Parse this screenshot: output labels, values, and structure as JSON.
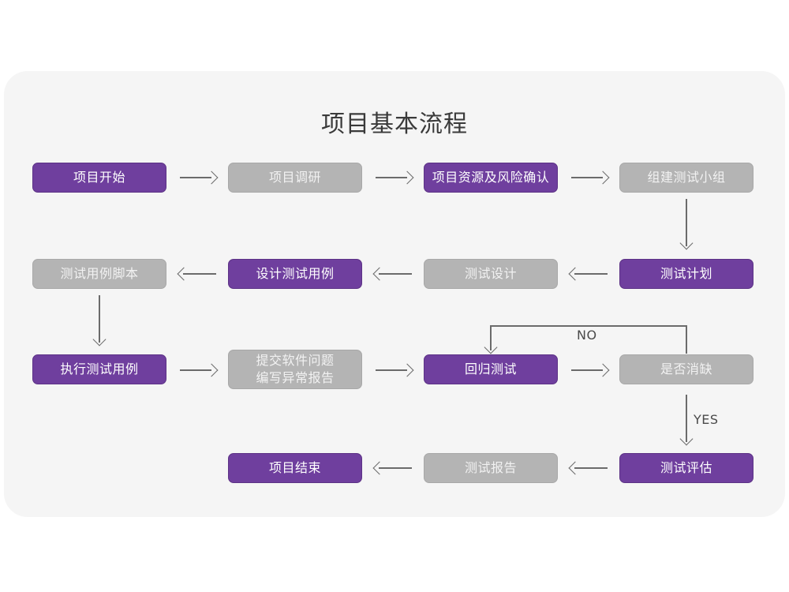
{
  "panel": {
    "background_color": "#f5f5f5",
    "page_background_color": "#ffffff"
  },
  "title": "项目基本流程",
  "colors": {
    "purple": "#6f3f9e",
    "gray": "#b4b4b4",
    "connector": "#6b6b6b",
    "title_text": "#3a3a3a"
  },
  "nodes": {
    "project_start": {
      "label": "项目开始",
      "style": "purple"
    },
    "project_research": {
      "label": "项目调研",
      "style": "gray"
    },
    "resource_risk": {
      "label": "项目资源及风险确认",
      "style": "purple"
    },
    "build_team": {
      "label": "组建测试小组",
      "style": "gray"
    },
    "test_case_script": {
      "label": "测试用例脚本",
      "style": "gray"
    },
    "design_test_case": {
      "label": "设计测试用例",
      "style": "purple"
    },
    "test_design": {
      "label": "测试设计",
      "style": "gray"
    },
    "test_plan": {
      "label": "测试计划",
      "style": "purple"
    },
    "execute_test_case": {
      "label": "执行测试用例",
      "style": "purple"
    },
    "submit_issue": {
      "label": "提交软件问题\n编写异常报告",
      "style": "gray"
    },
    "regression_test": {
      "label": "回归测试",
      "style": "purple"
    },
    "defect_cleared": {
      "label": "是否消缺",
      "style": "gray"
    },
    "project_end": {
      "label": "项目结束",
      "style": "purple"
    },
    "test_report": {
      "label": "测试报告",
      "style": "gray"
    },
    "test_evaluation": {
      "label": "测试评估",
      "style": "purple"
    }
  },
  "edge_labels": {
    "no": "NO",
    "yes": "YES"
  }
}
